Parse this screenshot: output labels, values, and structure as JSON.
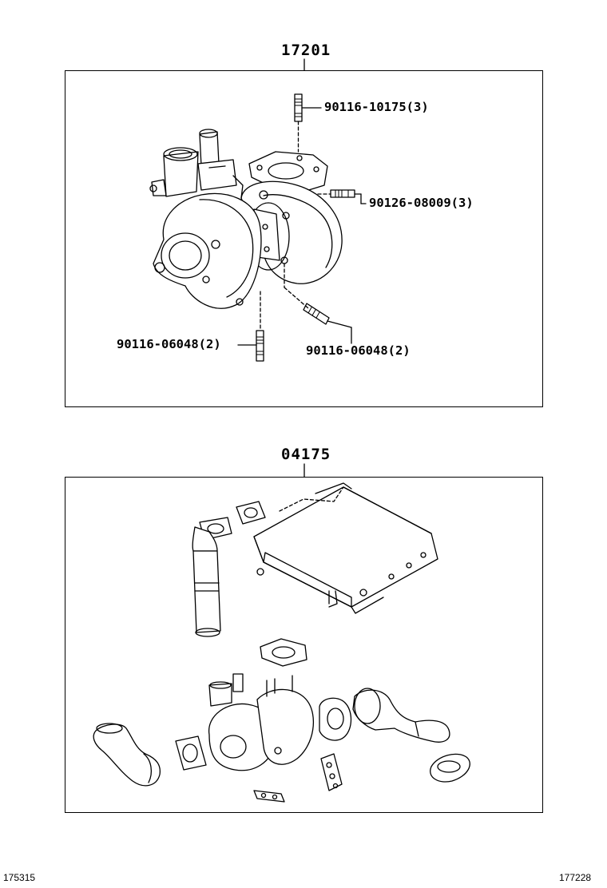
{
  "groups": [
    {
      "part_number": "17201",
      "callouts": [
        {
          "text": "90116-10175(3)"
        },
        {
          "text": "90126-08009(3)"
        },
        {
          "text": "90116-06048(2)"
        },
        {
          "text": "90116-06048(2)"
        }
      ]
    },
    {
      "part_number": "04175",
      "callouts": []
    }
  ],
  "footer": {
    "left_code": "175315",
    "right_code": "177228"
  }
}
